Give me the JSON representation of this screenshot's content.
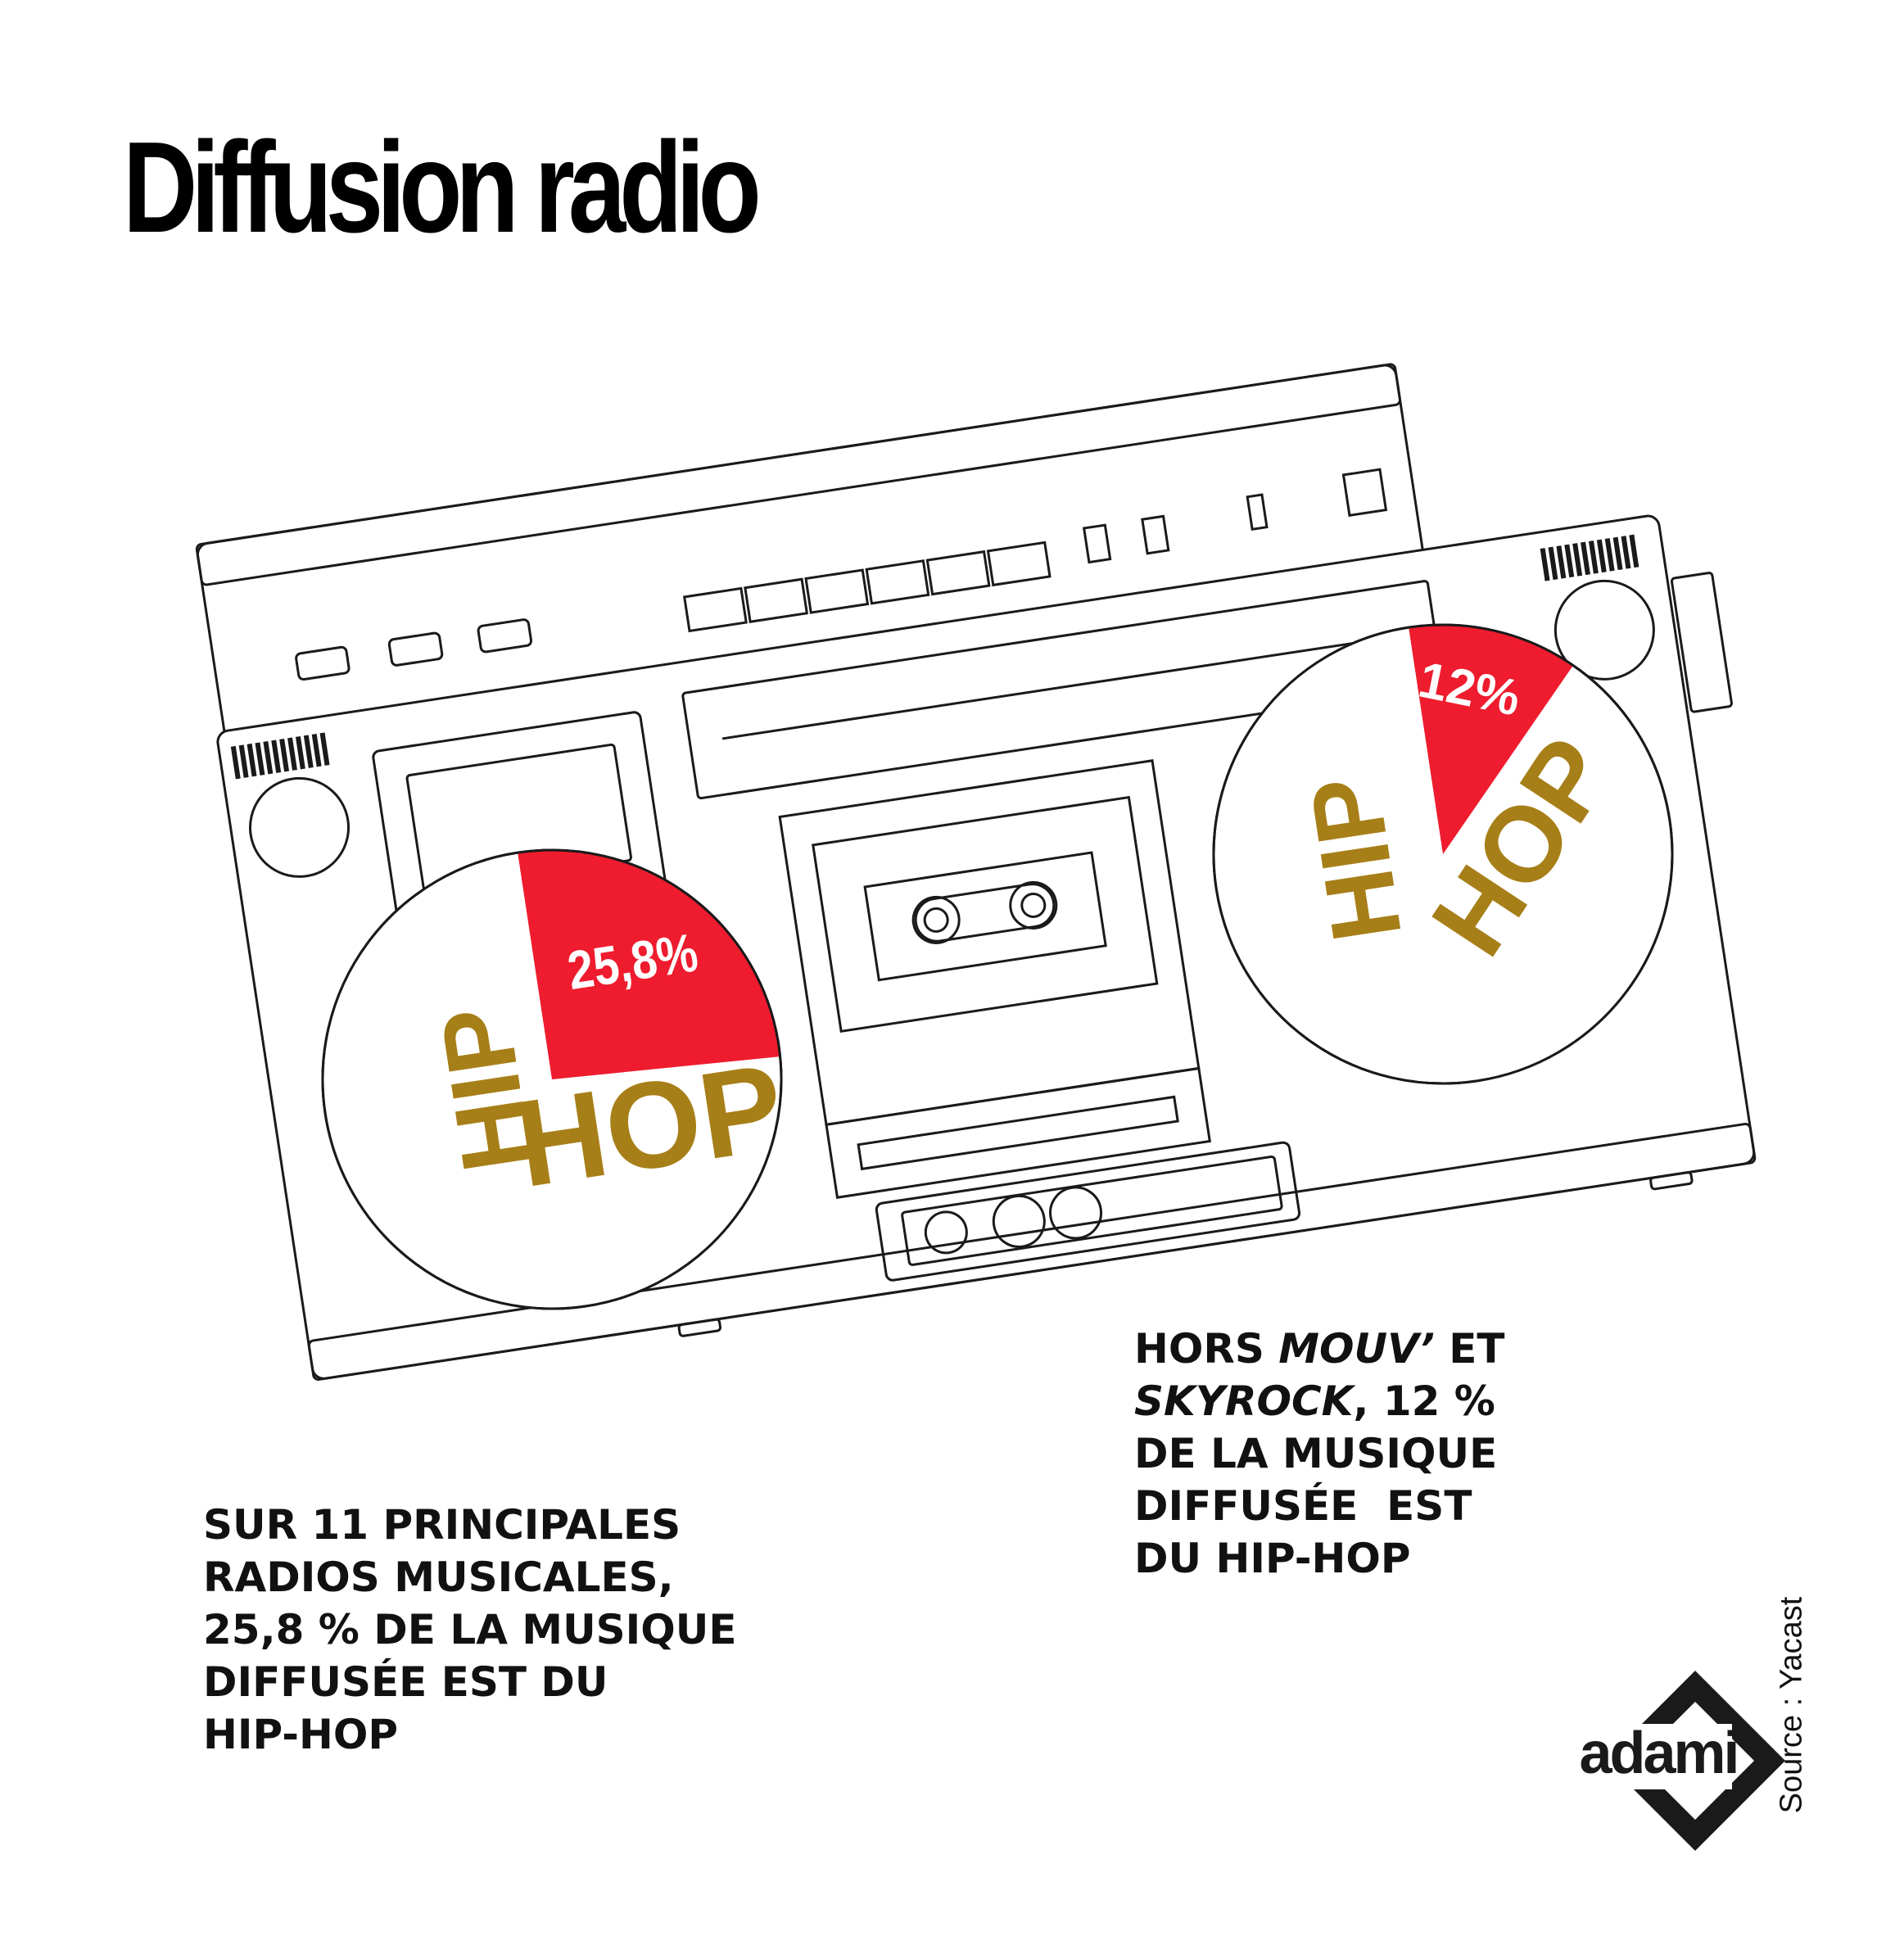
{
  "title": "Diffusion radio",
  "chart_data": [
    {
      "type": "pie",
      "label": "HIP HOP",
      "values": [
        25.8,
        74.2
      ],
      "value_label": "25,8%",
      "colors": {
        "highlight": "#ee1c2e",
        "rest": "#ffffff",
        "label": "#a77f18"
      }
    },
    {
      "type": "pie",
      "label": "HIP HOP",
      "values": [
        12,
        88
      ],
      "value_label": "12%",
      "colors": {
        "highlight": "#ee1c2e",
        "rest": "#ffffff",
        "label": "#a77f18"
      }
    }
  ],
  "pie_left": {
    "hip": "HIP",
    "hop": "HOP",
    "value_label": "25,8%"
  },
  "pie_right": {
    "hip": "HIP",
    "hop": "HOP",
    "value_label": "12%"
  },
  "captions": {
    "left": [
      "SUR 11 PRINCIPALES",
      "RADIOS MUSICALES,",
      "25,8 % DE LA MUSIQUE",
      "DIFFUSÉE EST DU",
      "HIP-HOP"
    ],
    "right": {
      "l1_a": "HORS ",
      "l1_em": "MOUV’",
      "l1_b": " ET",
      "l2_em": "SKYROCK",
      "l2_b": ", 12 %",
      "l3": "DE LA MUSIQUE",
      "l4": "DIFFUSÉE  EST",
      "l5": "DU HIP-HOP"
    }
  },
  "source": "Source : Yacast",
  "logo": {
    "text": "adami"
  },
  "colors": {
    "red": "#ee1c2e",
    "gold": "#a77f18",
    "ink": "#1a1a1a"
  }
}
